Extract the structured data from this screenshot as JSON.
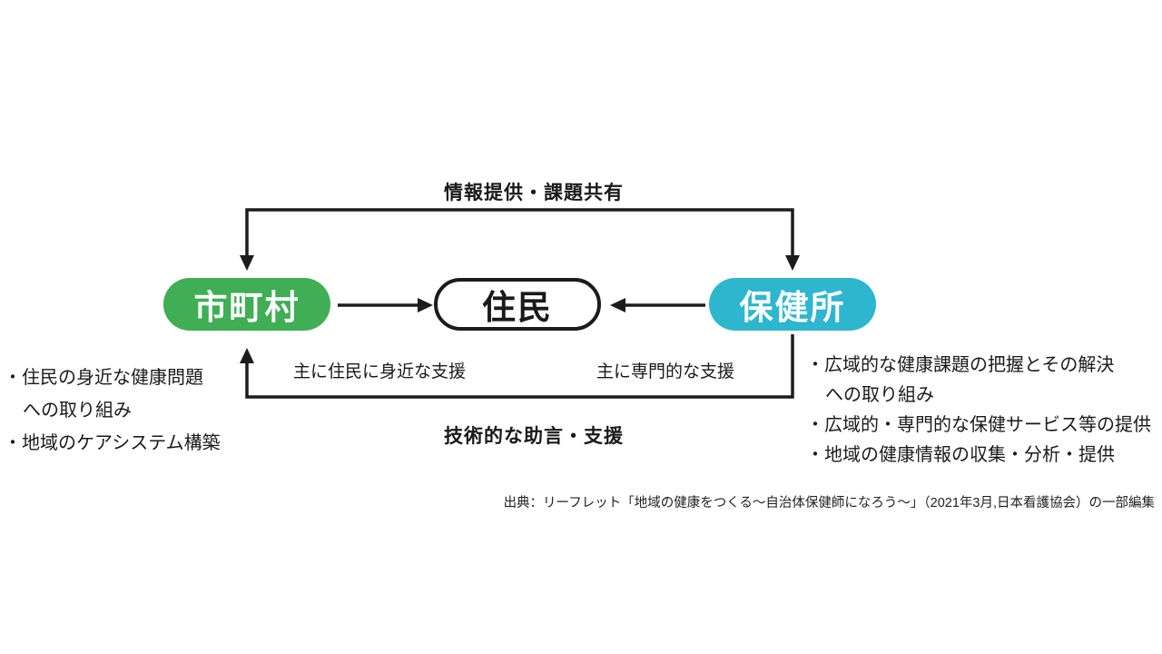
{
  "colors": {
    "municipality_green": "#3fae54",
    "health_center_cyan": "#2eb6cf",
    "line_black": "#1e1c1a"
  },
  "diagram": {
    "top_arrow_label": "情報提供・課題共有",
    "nodes": {
      "municipality": "市町村",
      "residents": "住民",
      "health_center": "保健所"
    },
    "municipality_support_label": "主に住民に身近な支援",
    "health_center_support_label": "主に専門的な支援",
    "bottom_arrow_label": "技術的な助言・支援",
    "municipality_roles": [
      "・住民の身近な健康問題",
      "への取り組み",
      "・地域のケアシステム構築"
    ],
    "health_center_roles": [
      "・広域的な健康課題の把握とその解決",
      "への取り組み",
      "・広域的・専門的な保健サービス等の提供",
      "・地域の健康情報の収集・分析・提供"
    ],
    "source": "出典：リーフレット「地域の健康をつくる～自治体保健師になろう～」（2021年3月,日本看護協会）の一部編集"
  }
}
